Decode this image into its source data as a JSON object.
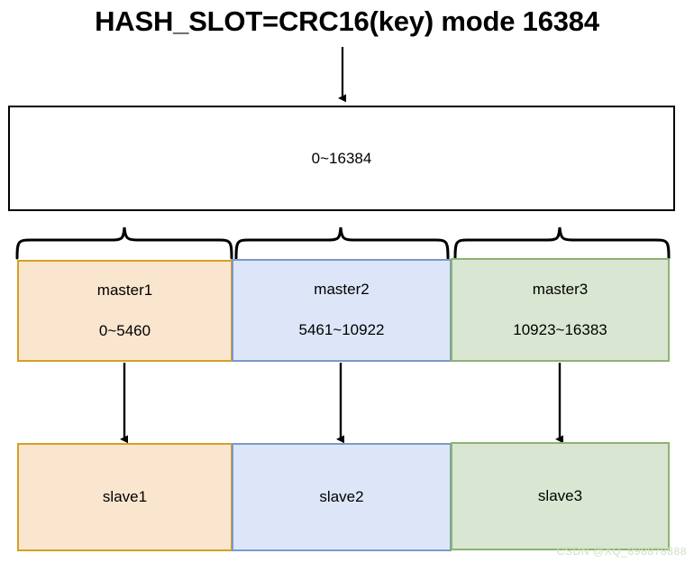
{
  "diagram": {
    "title": "HASH_SLOT=CRC16(key) mode 16384",
    "slot_range_box": {
      "label": "0~16384"
    },
    "masters": [
      {
        "name": "master1",
        "range": "0~5460",
        "fill": "#fae5ce",
        "stroke": "#d6a024"
      },
      {
        "name": "master2",
        "range": "5461~10922",
        "fill": "#dce6f8",
        "stroke": "#7b9ac9"
      },
      {
        "name": "master3",
        "range": "10923~16383",
        "fill": "#d9e7d2",
        "stroke": "#8cb371"
      }
    ],
    "slaves": [
      {
        "name": "slave1",
        "fill": "#fae5ce",
        "stroke": "#d6a024"
      },
      {
        "name": "slave2",
        "fill": "#dce6f8",
        "stroke": "#7b9ac9"
      },
      {
        "name": "slave3",
        "fill": "#d9e7d2",
        "stroke": "#8cb371"
      }
    ],
    "connectors": {
      "title_to_box": "arrow-down",
      "box_to_masters": "curly-brace",
      "master_to_slave": "arrow-down"
    },
    "watermark": "CSDN @XQ_898878888"
  }
}
